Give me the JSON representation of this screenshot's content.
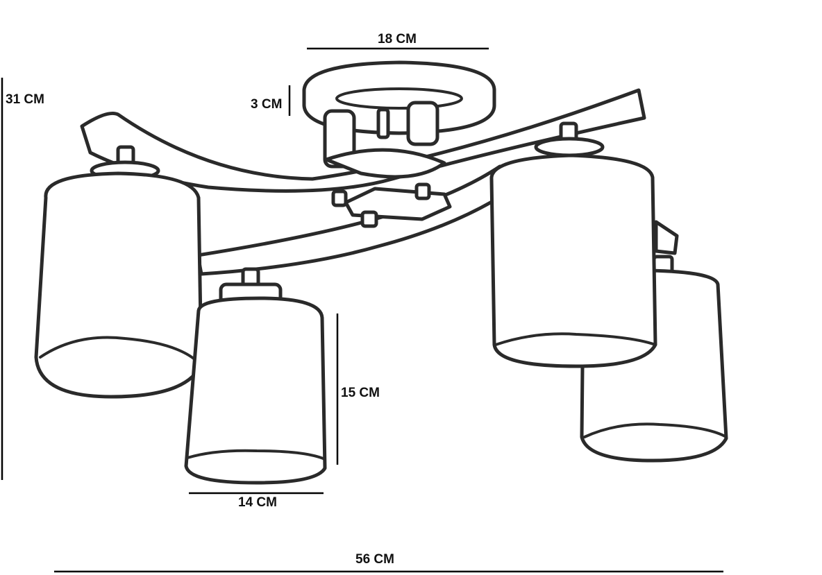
{
  "dimensions": {
    "canopy_width": "18 CM",
    "canopy_height": "3 CM",
    "total_height": "31 CM",
    "shade_height": "15 CM",
    "shade_width": "14 CM",
    "total_width": "56 CM"
  },
  "colors": {
    "line": "#2a2a2a",
    "dimension": "#000000",
    "background": "#ffffff"
  }
}
